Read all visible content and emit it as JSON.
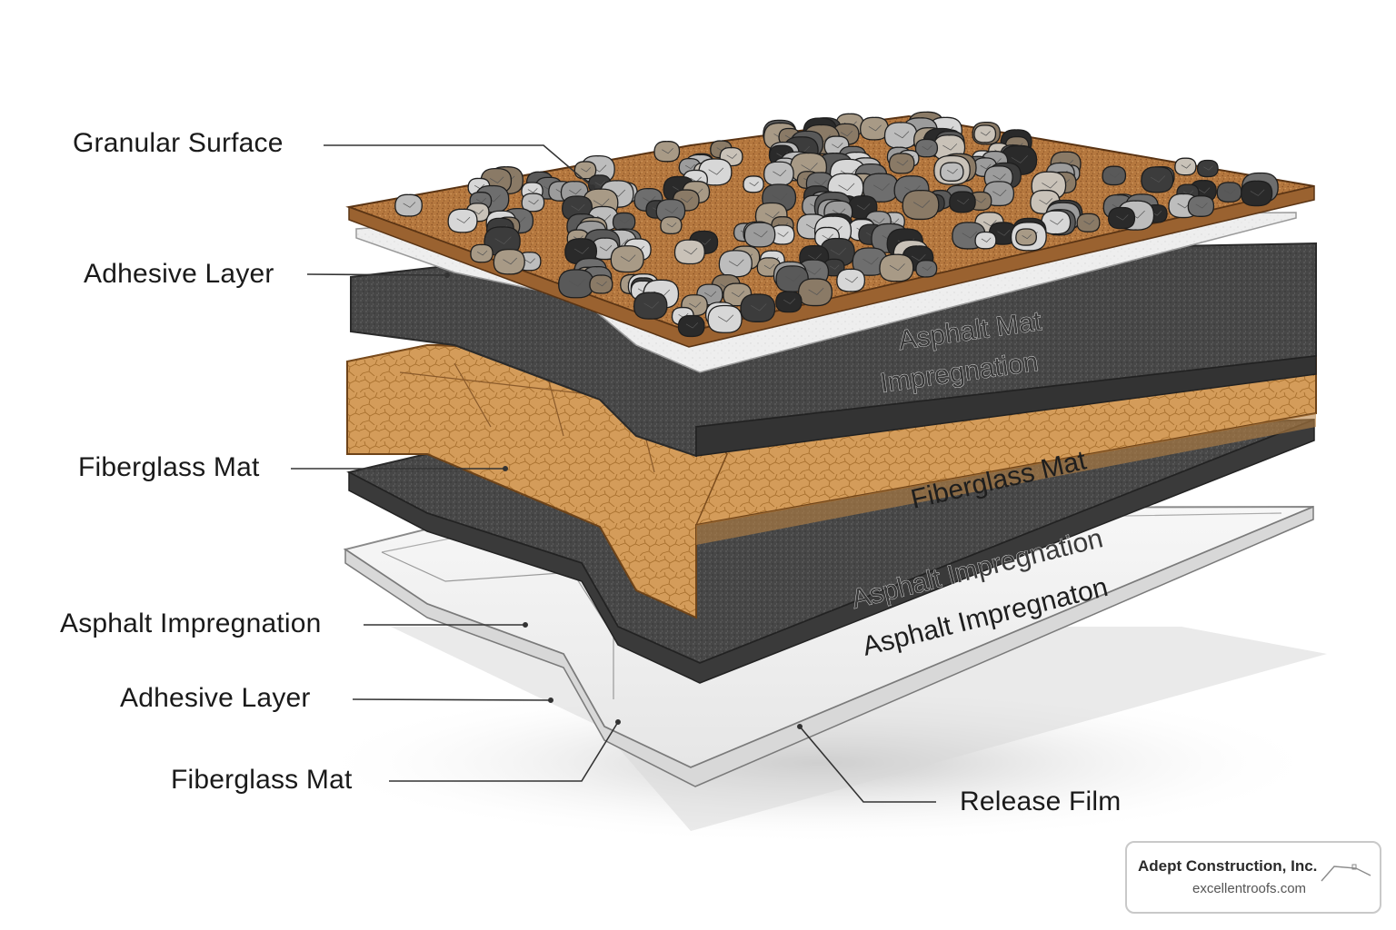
{
  "labels": {
    "granular_surface": "Granular Surface",
    "adhesive_layer_top": "Adhesive Layer",
    "fiberglass_mat_left": "Fiberglass Mat",
    "asphalt_impregnation": "Asphalt Impregnation",
    "adhesive_layer_bottom": "Adhesive Layer",
    "fiberglass_mat_bottom": "Fiberglass Mat",
    "release_film": "Release Film"
  },
  "layer_text": {
    "upper_asphalt_line1": "Asphalt Mat",
    "upper_asphalt_line2": "Impregnation",
    "fiberglass_mat": "Fiberglass Mat",
    "lower_asphalt": "Asphalt Impregnation",
    "film_asphalt": "Asphalt Impregnaton"
  },
  "brand": {
    "name": "Adept Construction, Inc.",
    "url": "excellentroofs.com"
  },
  "colors": {
    "granule_base": "#b8804a",
    "asphalt": "#4a4a4a",
    "fiberglass": "#d4a060",
    "film": "#f4f4f4"
  }
}
